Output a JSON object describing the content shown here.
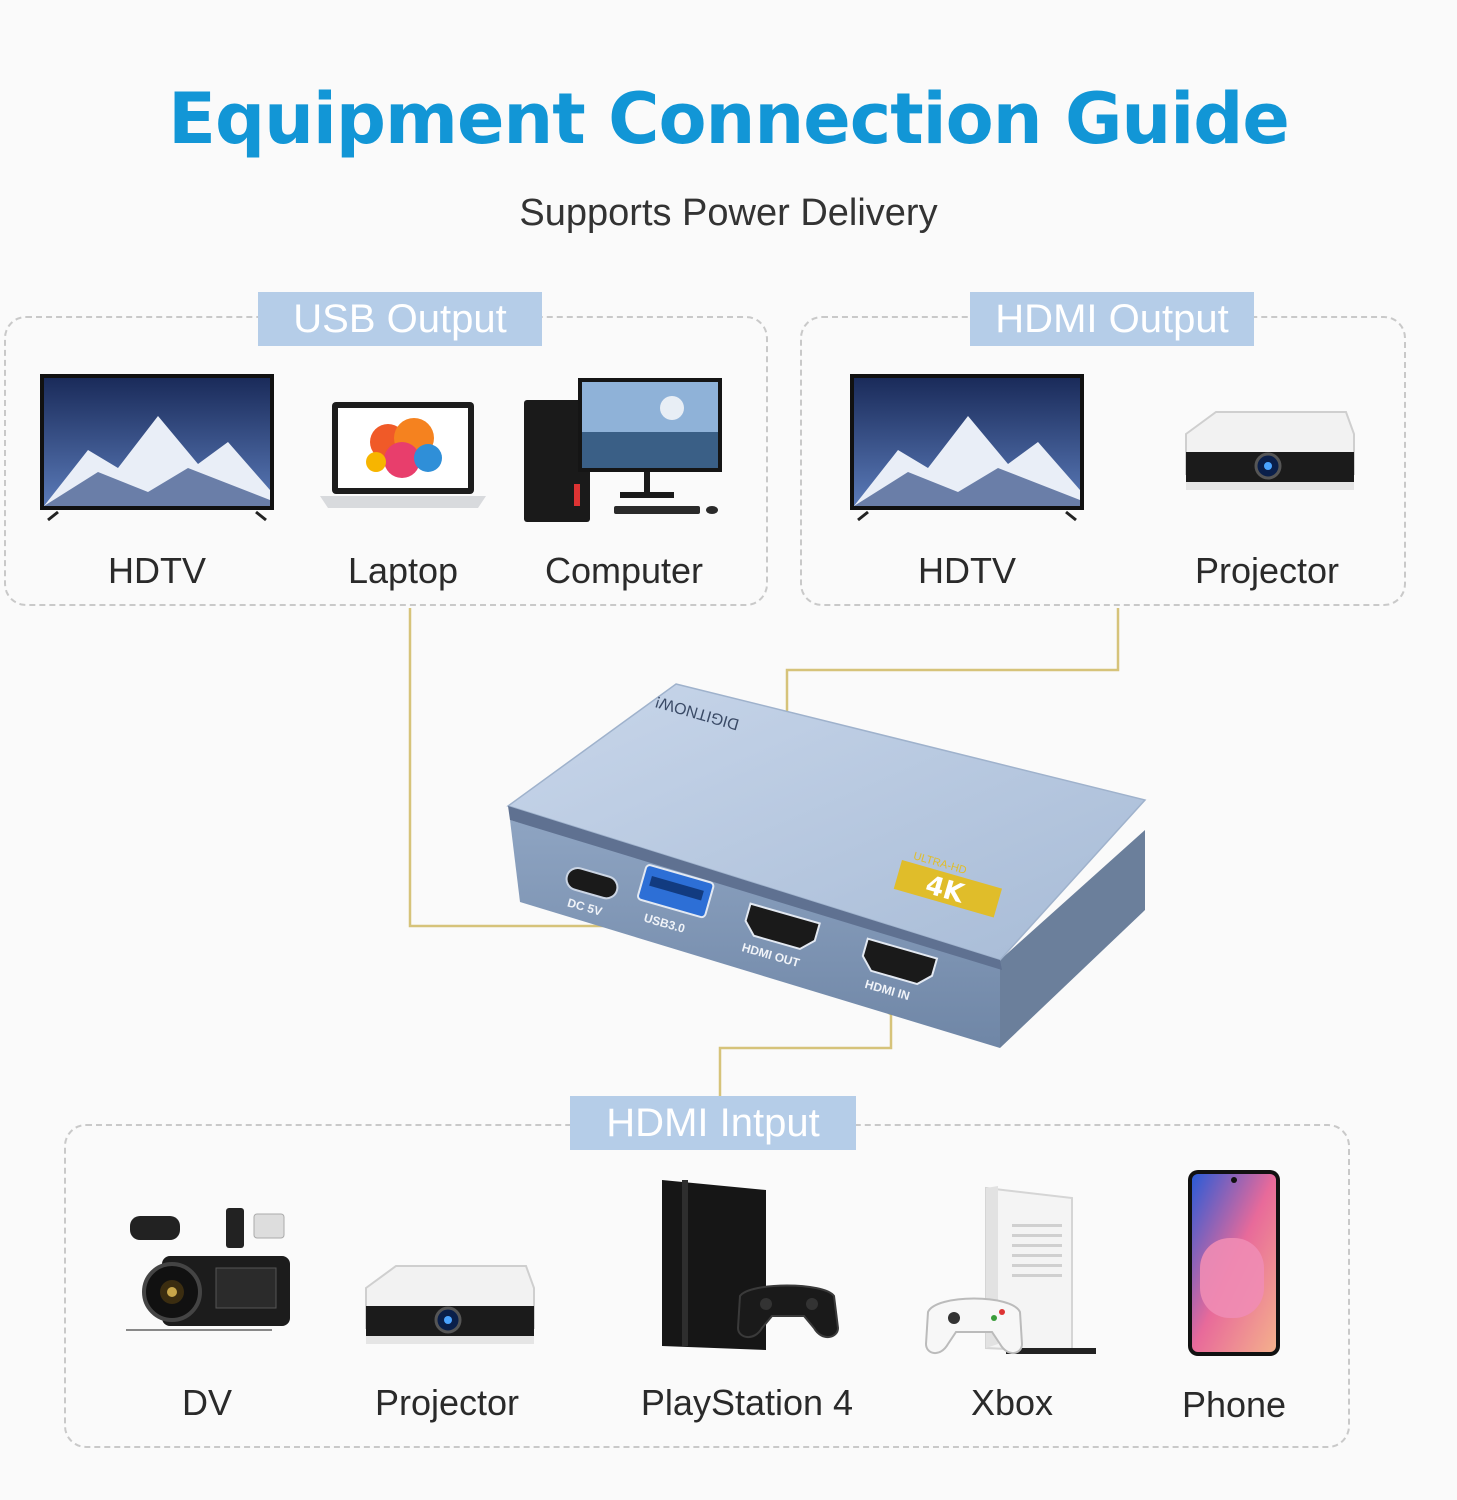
{
  "title": "Equipment Connection Guide",
  "subtitle": "Supports Power Delivery",
  "colors": {
    "title": "#1296d6",
    "tag_bg": "#b5cde8",
    "connector": "#d6c37a",
    "hub_top": "#aebfd8",
    "hub_front": "#7f95b4",
    "badge": "#e0bd2a",
    "usb_port": "#2d6fd6"
  },
  "usb_output": {
    "tag": "USB Output",
    "devices": [
      {
        "label": "HDTV",
        "icon": "tv-icon"
      },
      {
        "label": "Laptop",
        "icon": "laptop-icon"
      },
      {
        "label": "Computer",
        "icon": "desktop-computer-icon"
      }
    ]
  },
  "hdmi_output": {
    "tag": "HDMI Output",
    "devices": [
      {
        "label": "HDTV",
        "icon": "tv-icon"
      },
      {
        "label": "Projector",
        "icon": "projector-icon"
      }
    ]
  },
  "hdmi_input": {
    "tag": "HDMI Intput",
    "devices": [
      {
        "label": "DV",
        "icon": "camcorder-icon"
      },
      {
        "label": "Projector",
        "icon": "projector-icon"
      },
      {
        "label": "PlayStation 4",
        "icon": "game-console-icon"
      },
      {
        "label": "Xbox",
        "icon": "xbox-console-icon"
      },
      {
        "label": "Phone",
        "icon": "smartphone-icon"
      }
    ]
  },
  "hub": {
    "brand": "DIGITNOW!",
    "badge_main": "4K",
    "badge_sub": "ULTRA-HD",
    "ports": {
      "dc": "DC 5V",
      "usb": "USB3.0",
      "hdmi_out": "HDMI OUT",
      "hdmi_in": "HDMI IN"
    }
  }
}
